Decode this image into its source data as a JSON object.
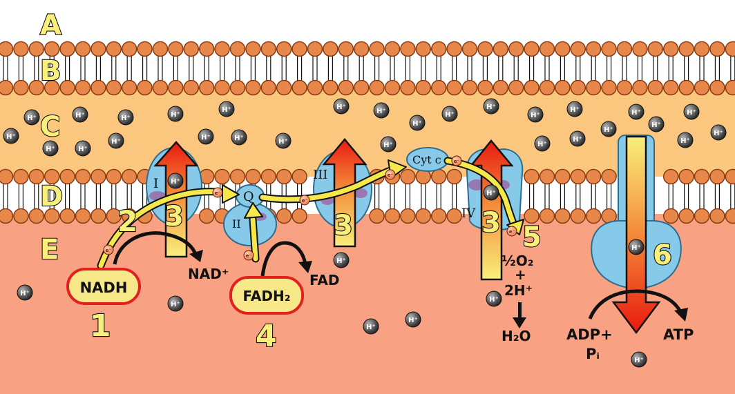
{
  "region_labels": [
    "A",
    "B",
    "C",
    "D",
    "E"
  ],
  "steps": [
    "1",
    "2",
    "3",
    "3",
    "3",
    "4",
    "5",
    "6"
  ],
  "complexes": {
    "c1": "I",
    "c2": "II",
    "c3": "III",
    "c4": "IV",
    "q": "Q",
    "cytc": "Cyt c"
  },
  "molecules": {
    "nadh": "NADH",
    "nad": "NAD⁺",
    "fadh2": "FADH₂",
    "fad": "FAD",
    "half_o2": "½O₂",
    "plus": "+",
    "two_h": "2H⁺",
    "h2o": "H₂O",
    "adp": "ADP+",
    "pi": "Pᵢ",
    "atp": "ATP"
  },
  "proton": "H⁺",
  "electron": "e⁻",
  "colors": {
    "membrane_head": "#e8874a",
    "intermembrane": "#fbc67e",
    "matrix": "#f9a183",
    "protein": "#87c9e9",
    "arrow_yellow": "#f5e84a",
    "arrow_red": "#e81a10",
    "nadh_fill": "#f7e98a",
    "nadh_border": "#e22020"
  }
}
